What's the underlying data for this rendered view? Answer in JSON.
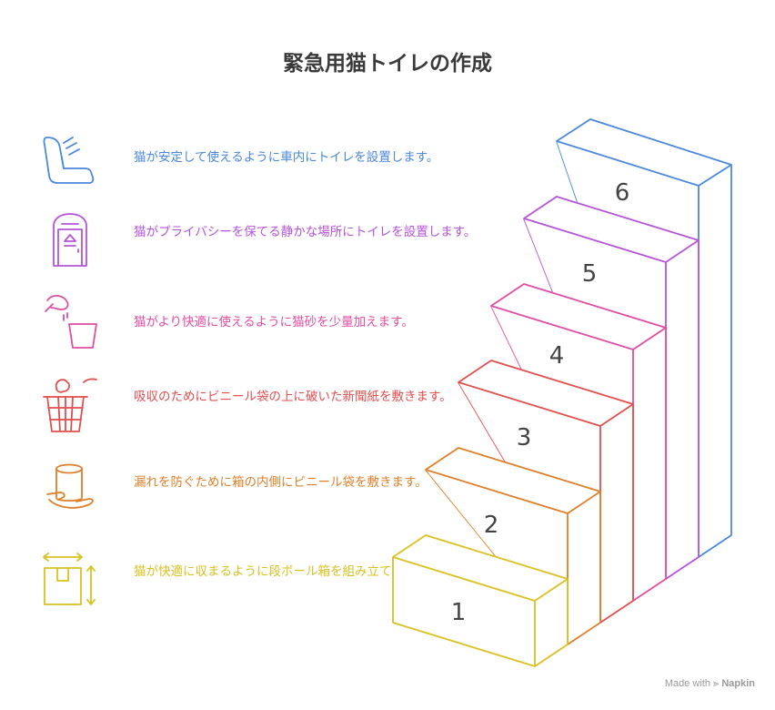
{
  "title": "緊急用猫トイレの作成",
  "steps": [
    {
      "number": "6",
      "text": "猫が安定して使えるように車内にトイレを設置します。",
      "color": "#4a88dd",
      "icon": "car-seat-icon"
    },
    {
      "number": "5",
      "text": "猫がプライバシーを保てる静かな場所にトイレを設置します。",
      "color": "#b554d9",
      "icon": "door-icon"
    },
    {
      "number": "4",
      "text": "猫がより快適に使えるように猫砂を少量加えます。",
      "color": "#df4ea2",
      "icon": "pouring-sand-icon"
    },
    {
      "number": "3",
      "text": "吸収のためにビニール袋の上に破いた新聞紙を敷きます。",
      "color": "#e14f4f",
      "icon": "waste-basket-icon"
    },
    {
      "number": "2",
      "text": "漏れを防ぐために箱の内側にビニール袋を敷きます。",
      "color": "#de7f2a",
      "icon": "hand-holding-roll-icon"
    },
    {
      "number": "1",
      "text": "猫が快適に収まるように段ボール箱を組み立てます。",
      "color": "#d9c121",
      "icon": "box-dimensions-icon"
    }
  ],
  "watermark": {
    "made_with": "Made with",
    "brand": "Napkin"
  }
}
